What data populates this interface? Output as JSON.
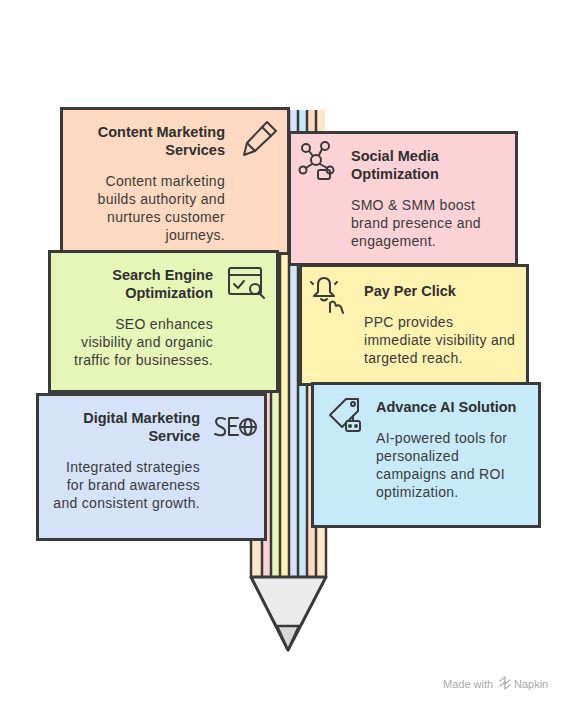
{
  "diagram": {
    "nodes": [
      {
        "text": [
          "Content Marketing Services",
          "Content marketing builds authority and nurtures customer journeys."
        ]
      },
      {
        "text": [
          "Social Media Optimization",
          "SMO & SMM boost brand presence and engagement."
        ]
      },
      {
        "text": [
          "Search Engine Optimization",
          "SEO enhances visibility and organic traffic for businesses."
        ]
      },
      {
        "text": [
          "Pay Per Click",
          "PPC provides immediate visibility and targeted reach."
        ]
      },
      {
        "text": [
          "Digital Marketing Service",
          "Integrated strategies for brand awareness and consistent growth."
        ]
      },
      {
        "text": [
          "Advance AI Solution",
          "AI-powered tools for personalized campaigns and ROI optimization."
        ]
      }
    ],
    "labels": [
      "Made with",
      "Napkin"
    ]
  }
}
